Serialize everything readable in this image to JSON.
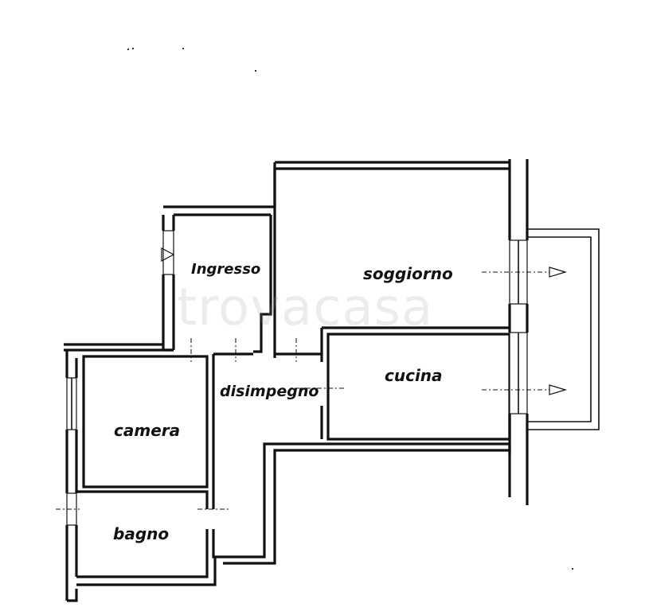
{
  "rooms": {
    "ingresso": "Ingresso",
    "soggiorno": "soggiorno",
    "cucina": "cucina",
    "disimpegno": "disimpegno",
    "camera": "camera",
    "bagno": "bagno"
  },
  "watermark": "trovacasa",
  "colors": {
    "wall": "#111111",
    "background": "#ffffff"
  }
}
